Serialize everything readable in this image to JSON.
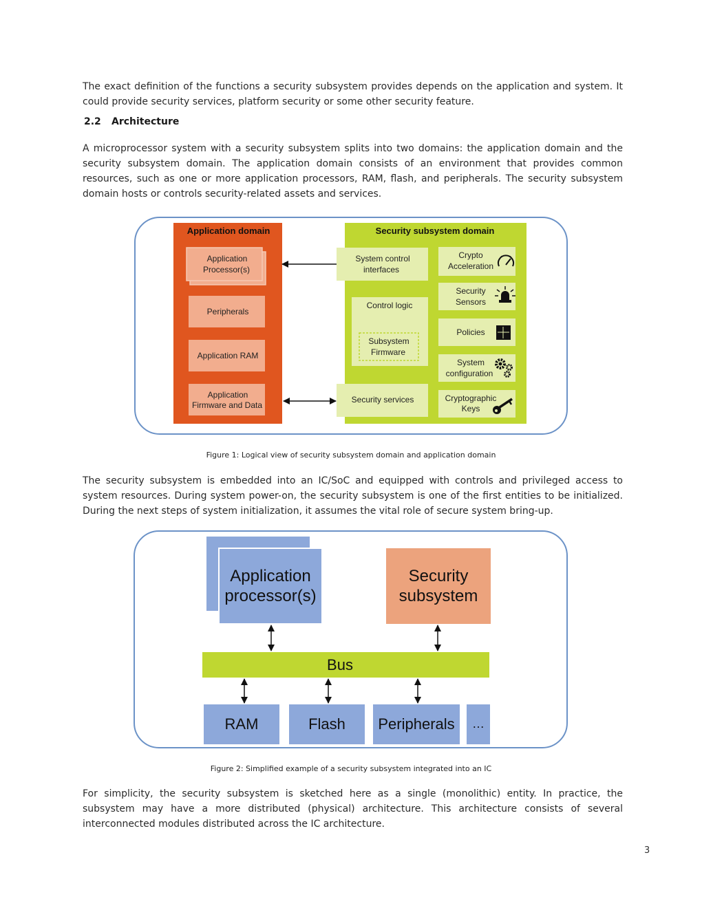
{
  "paragraphs": {
    "p1": "The exact definition of the functions a security subsystem provides depends on the application and system. It could provide security services, platform security or some other security feature.",
    "p2": "A microprocessor system with a security subsystem splits into two domains: the application domain and the security subsystem domain. The application domain consists of an environment that provides common resources, such as one or more application processors, RAM, flash, and peripherals. The security subsystem domain hosts or controls security-related assets and services.",
    "p3": "The security subsystem is embedded into an IC/SoC and equipped with controls and privileged access to system resources. During system power-on, the security subsystem is one of the first entities to be initialized. During the next steps of system initialization, it assumes the vital role of secure system bring-up.",
    "p4": "For simplicity, the security subsystem is sketched here as a single (monolithic) entity. In practice, the subsystem may have a more distributed (physical) architecture. This architecture consists of several interconnected modules distributed across the IC architecture."
  },
  "section": {
    "number": "2.2",
    "title": "Architecture"
  },
  "figure1": {
    "caption": "Figure 1: Logical view of security subsystem domain and application domain",
    "app_domain": {
      "title": "Application domain",
      "processor": [
        "Application",
        "Processor(s)"
      ],
      "peripherals": "Peripherals",
      "ram": "Application RAM",
      "firmware": [
        "Application",
        "Firmware and Data"
      ]
    },
    "sec_domain": {
      "title": "Security subsystem domain",
      "sys_ctrl": [
        "System control",
        "interfaces"
      ],
      "control_logic": "Control logic",
      "subsystem_fw": [
        "Subsystem",
        "Firmware"
      ],
      "sec_services": "Security services",
      "crypto_accel": [
        "Crypto",
        "Acceleration"
      ],
      "sec_sensors": [
        "Security",
        "Sensors"
      ],
      "policies": "Policies",
      "sys_config": [
        "System",
        "configuration"
      ],
      "crypto_keys": [
        "Cryptographic",
        "Keys"
      ]
    },
    "colors": {
      "app": "#e0561f",
      "app_box": "#f2ad8e",
      "sec": "#bfd731",
      "sec_box": "#e5eeb0",
      "frame": "#6b92c7"
    }
  },
  "figure2": {
    "caption": "Figure 2: Simplified example of a security subsystem integrated into an IC",
    "app_proc": [
      "Application",
      "processor(s)"
    ],
    "security": [
      "Security",
      "subsystem"
    ],
    "bus": "Bus",
    "ram": "RAM",
    "flash": "Flash",
    "peripherals": "Peripherals",
    "more": "…",
    "colors": {
      "blue": "#8da8da",
      "salmon": "#eca37d",
      "bus": "#bfd731"
    }
  },
  "page_number": "3"
}
